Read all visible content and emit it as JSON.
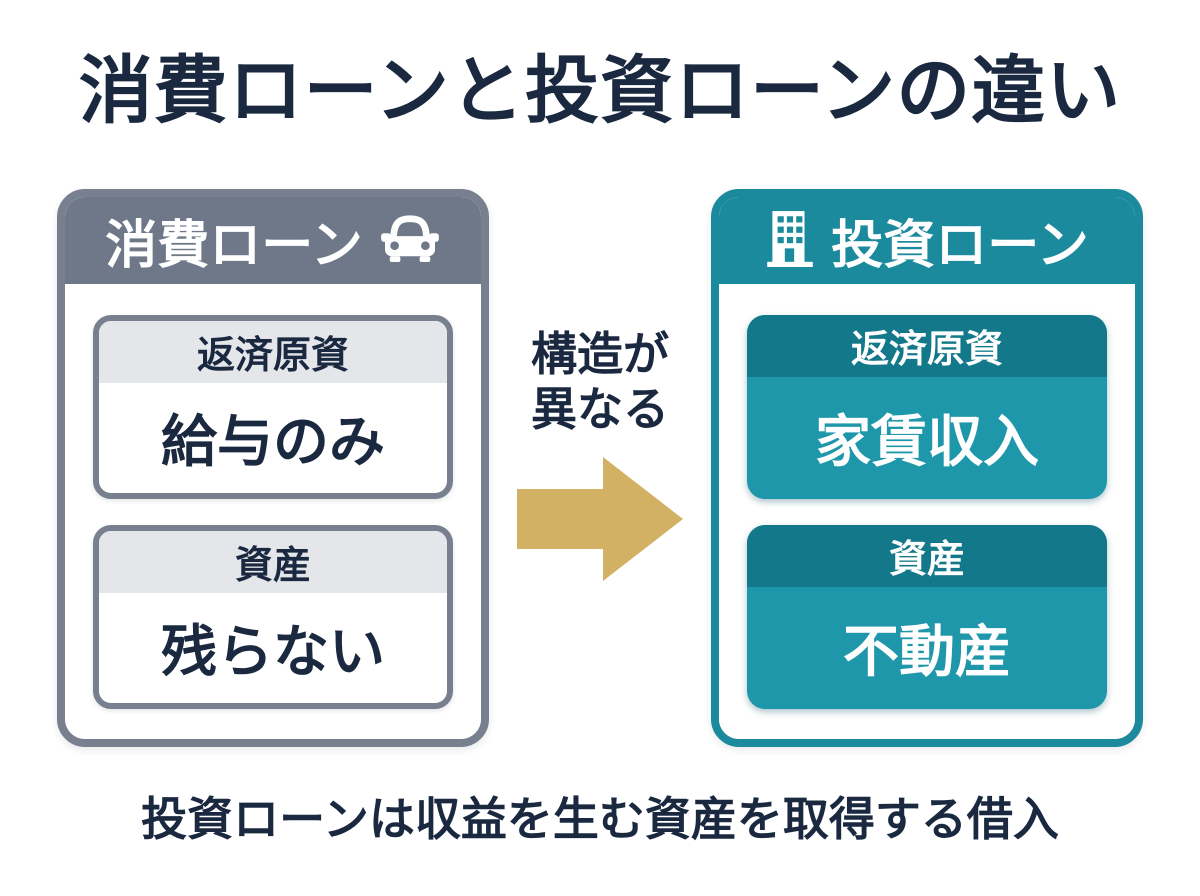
{
  "title": "消費ローンと投資ローンの違い",
  "left_panel": {
    "header": "消費ローン",
    "icon": "car-icon",
    "boxes": [
      {
        "label": "返済原資",
        "value": "給与のみ"
      },
      {
        "label": "資産",
        "value": "残らない"
      }
    ]
  },
  "connector": {
    "line1": "構造が",
    "line2": "異なる",
    "arrow_icon": "right-arrow-icon"
  },
  "right_panel": {
    "header": "投資ローン",
    "icon": "building-icon",
    "boxes": [
      {
        "label": "返済原資",
        "value": "家賃収入"
      },
      {
        "label": "資産",
        "value": "不動産"
      }
    ]
  },
  "caption": "投資ローンは収益を生む資産を取得する借入",
  "colors": {
    "navy_text": "#1a2940",
    "gray_header": "#6e7889",
    "gray_border": "#78808f",
    "light_gray_band": "#e4e6ea",
    "teal_header": "#1b8a9d",
    "teal_band_dark": "#13798a",
    "teal_box_body": "#1f97aa",
    "arrow_gold": "#d3b164"
  }
}
